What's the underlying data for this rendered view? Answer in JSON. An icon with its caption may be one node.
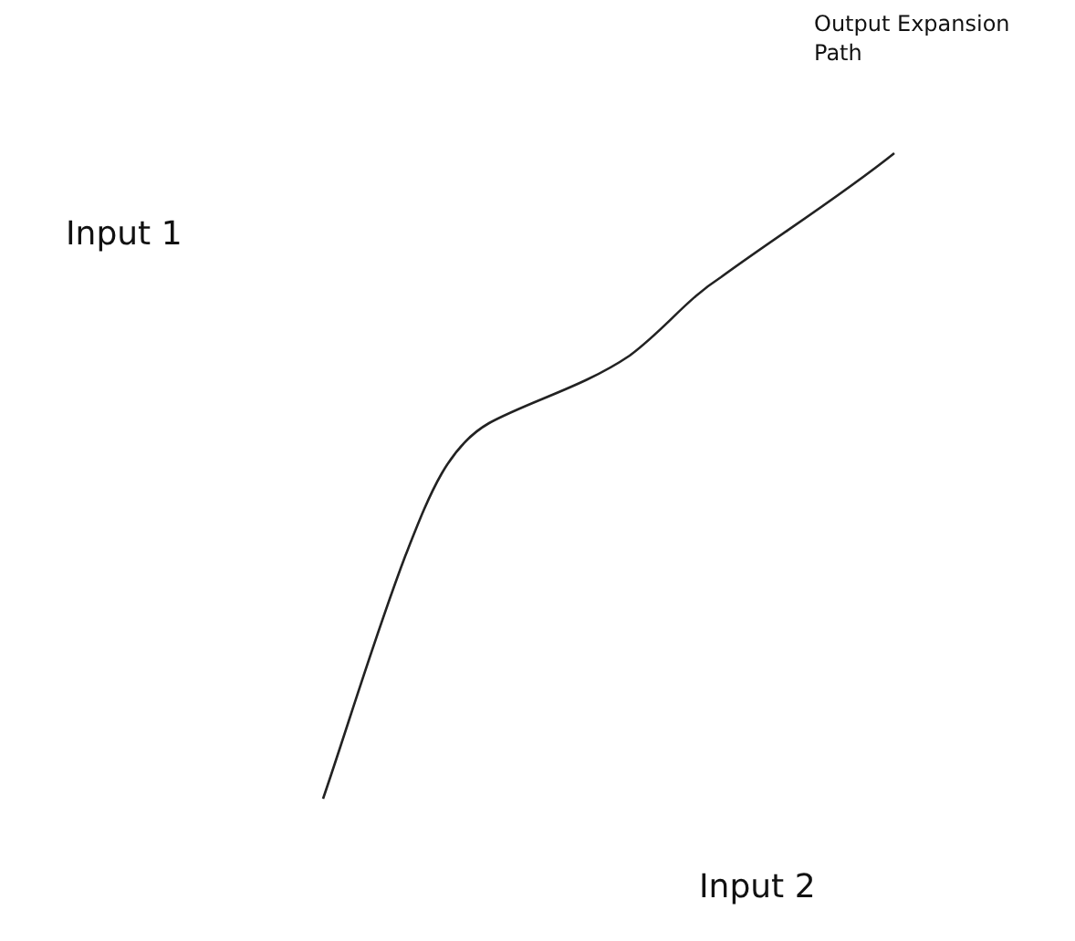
{
  "diagram": {
    "labels": [
      "Output Expansion Path",
      "Input 1",
      "Input 2"
    ]
  }
}
